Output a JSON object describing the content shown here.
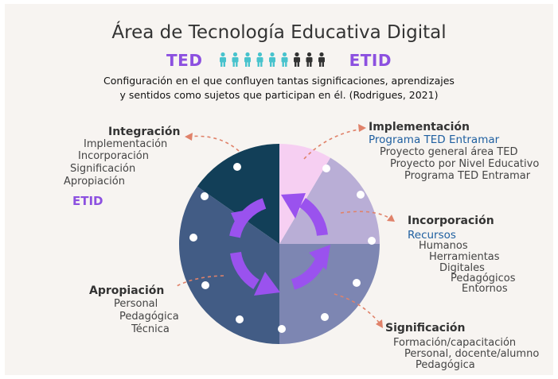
{
  "title": "Área de Tecnología Educativa Digital",
  "brand_left": "TED",
  "brand_right": "ETID",
  "quote_line1": "Configuración en el que confluyen tantas significaciones, aprendizajes",
  "quote_line2": "y sentidos como sujetos que participan en él. (Rodrigues, 2021)",
  "integracion": {
    "title": "Integración",
    "items": [
      "Implementación",
      "Incorporación",
      "Significación",
      "Apropiación"
    ],
    "tag": "ETID"
  },
  "implementacion": {
    "title": "Implementación",
    "subtitle": "Programa TED Entramar",
    "items": [
      "Proyecto general área TED",
      "Proyecto por Nivel Educativo",
      "Programa TED Entramar"
    ]
  },
  "incorporacion": {
    "title": "Incorporación",
    "subtitle": "Recursos",
    "items": [
      "Humanos",
      "Herramientas",
      "Digitales",
      "Pedagógicos",
      "Entornos"
    ]
  },
  "apropiacion": {
    "title": "Apropiación",
    "items": [
      "Personal",
      "Pedagógica",
      "Técnica"
    ]
  },
  "significacion": {
    "title": "Significación",
    "items": [
      "Formación/capacitación",
      "Personal, docente/alumno",
      "Pedagógica"
    ]
  },
  "colors": {
    "integracion": "#123f58",
    "apropiacion": "#425c85",
    "significacion": "#7d86b2",
    "incorporacion": "#b9aed6",
    "implementacion": "#f6cff2",
    "arrows": "#9a52ee",
    "dashes": "#e0826a",
    "people_teal": "#48c3cd",
    "people_dark": "#333333"
  }
}
